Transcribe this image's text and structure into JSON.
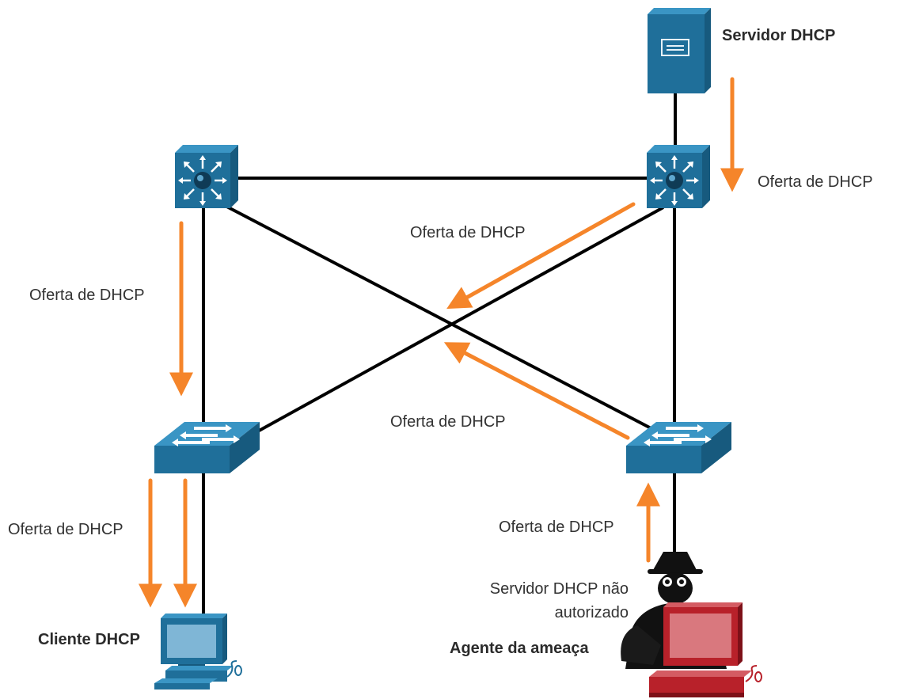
{
  "colors": {
    "device_blue": "#1f6f9a",
    "device_blue_light": "#3a95c4",
    "threat_red": "#b8212a",
    "arrow_orange": "#f5852a",
    "link_black": "#000000"
  },
  "labels": {
    "dhcp_server": "Servidor DHCP",
    "dhcp_client": "Cliente DHCP",
    "threat_agent": "Agente da ameaça",
    "rogue_server_line1": "Servidor DHCP não",
    "rogue_server_line2": "autorizado",
    "offer_server_down": "Oferta de DHCP",
    "offer_cross_upper": "Oferta de DHCP",
    "offer_left_down": "Oferta de DHCP",
    "offer_cross_lower": "Oferta de DHCP",
    "offer_client_down": "Oferta de DHCP",
    "offer_rogue_up": "Oferta de DHCP"
  },
  "icons": {
    "server": "server-icon",
    "multilayer_switch": "multilayer-switch-icon",
    "access_switch": "access-switch-icon",
    "pc": "pc-icon",
    "hacker": "hacker-icon"
  }
}
